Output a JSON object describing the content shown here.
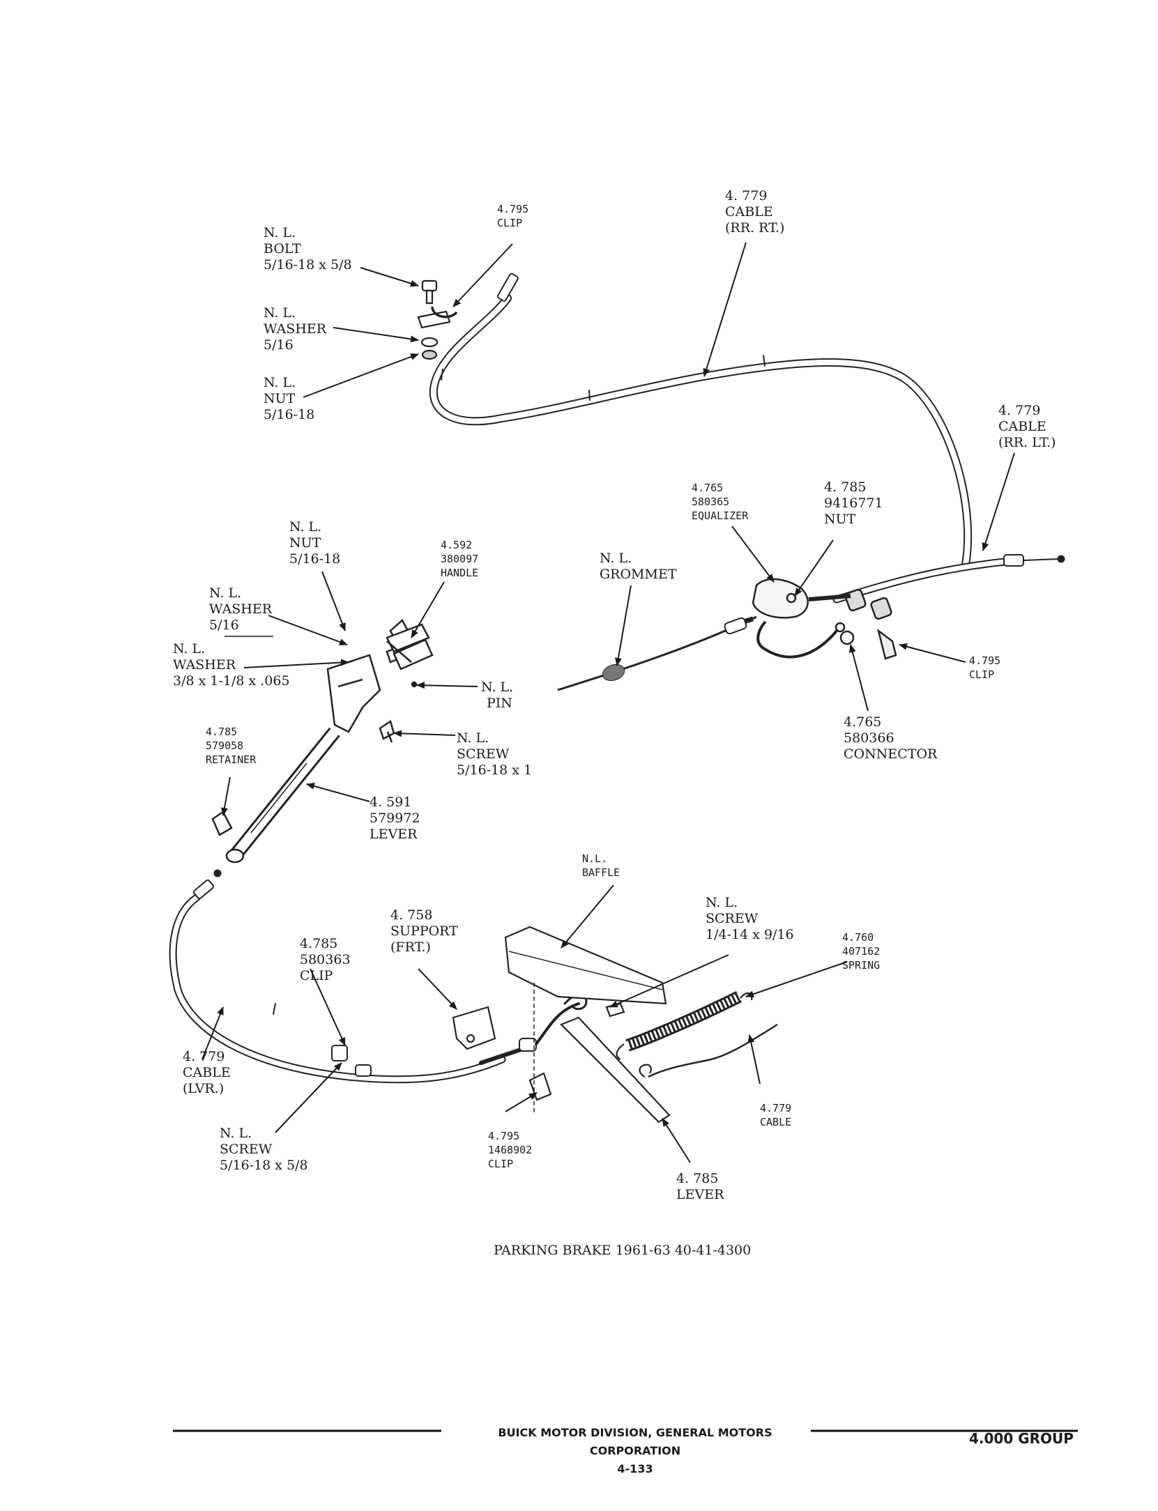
{
  "callouts": {
    "bolt": [
      "N. L.",
      "BOLT",
      "5/16-18 x 5/8"
    ],
    "clip_top": [
      "4.795",
      "CLIP"
    ],
    "cable_rr_rt": [
      "4. 779",
      "CABLE",
      "(RR. RT.)"
    ],
    "washer_top": [
      "N. L.",
      "WASHER",
      "5/16"
    ],
    "nut_top": [
      "N. L.",
      "NUT",
      "5/16-18"
    ],
    "cable_rr_lt": [
      "4. 779",
      "CABLE",
      "(RR. LT.)"
    ],
    "equalizer": [
      "4.765",
      "580365",
      "EQUALIZER"
    ],
    "equalizer_nut": [
      "4. 785",
      "9416771",
      "NUT"
    ],
    "nut_mid": [
      "N. L.",
      "NUT",
      "5/16-18"
    ],
    "handle": [
      "4.592",
      "380097",
      "HANDLE"
    ],
    "grommet": [
      "N. L.",
      "GROMMET"
    ],
    "washer_mid": [
      "N. L.",
      "WASHER",
      "5/16"
    ],
    "washer_large": [
      "N. L.",
      "WASHER",
      "3/8 x 1-1/8 x .065"
    ],
    "pin": [
      "N. L.",
      "PIN"
    ],
    "clip_right": [
      "4.795",
      "CLIP"
    ],
    "connector": [
      "4.765",
      "580366",
      "CONNECTOR"
    ],
    "retainer": [
      "4.785",
      "579058",
      "RETAINER"
    ],
    "screw_mid": [
      "N. L.",
      "SCREW",
      "5/16-18 x 1"
    ],
    "lever_hand": [
      "4. 591",
      "579972",
      "LEVER"
    ],
    "baffle": [
      "N.L.",
      "BAFFLE"
    ],
    "support": [
      "4. 758",
      "SUPPORT",
      "(FRT.)"
    ],
    "screw_baffle": [
      "N. L.",
      "SCREW",
      "1/4-14 x 9/16"
    ],
    "spring": [
      "4.760",
      "407162",
      "SPRING"
    ],
    "clip_580363": [
      "4.785",
      "580363",
      "CLIP"
    ],
    "cable_lvr": [
      "4. 779",
      "CABLE",
      "(LVR.)"
    ],
    "cable_rear": [
      "4.779",
      "CABLE"
    ],
    "screw_bottom": [
      "N. L.",
      "SCREW",
      "5/16-18 x 5/8"
    ],
    "clip_1468902": [
      "4.795",
      "1468902",
      "CLIP"
    ],
    "lever_bottom": [
      "4. 785",
      "LEVER"
    ]
  },
  "caption": "PARKING BRAKE  1961-63  40-41-4300",
  "footer": {
    "company": "BUICK MOTOR DIVISION, GENERAL MOTORS CORPORATION",
    "page": "4-133",
    "group": "4.000 GROUP"
  }
}
